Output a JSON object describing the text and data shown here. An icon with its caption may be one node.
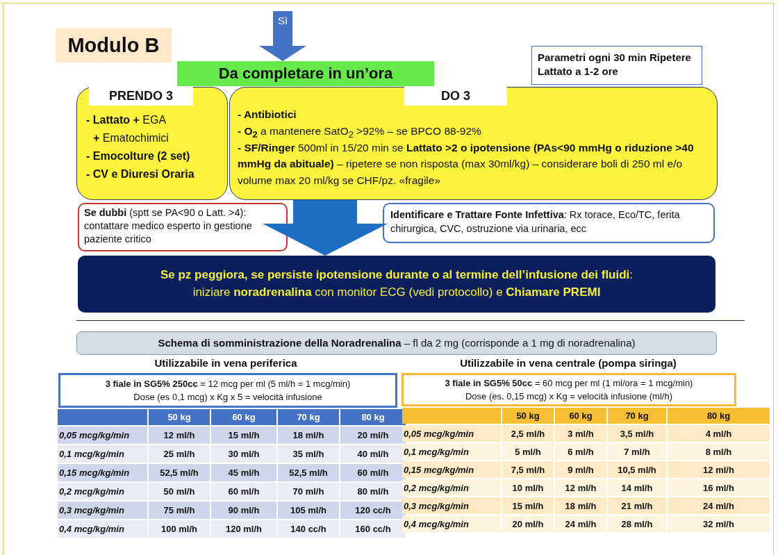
{
  "diagram": {
    "nodes": [
      {
        "text": [
          "Modulo B"
        ]
      },
      {
        "text": [
          "Da completare in un’ora"
        ]
      },
      {
        "text": [
          "PRENDO 3",
          "**- Lattato +** EGA",
          "**+** Ematochimici",
          "**- Emocolture (2 set)**",
          "**- CV e Diuresi Oraria**"
        ]
      },
      {
        "text": [
          "DO 3",
          "**- Antibiotici**",
          "**- O$_{2}$** a mantenere SatO$_{2}$ >92% – se BPCO 88-92%",
          "**- SF/Ringer** 500ml in 15/20 min se **Lattato >2 o ipotensione (PAs<90 mmHg o riduzione >40 mmHg da abituale)** – ripetere se non risposta (max 30ml/kg) – considerare boli di 250 ml e/o volume max 20 ml/kg se CHF/pz. «fragile»"
        ]
      },
      {
        "text": [
          "Parametri ogni 30 min Ripetere Lattato a 1-2 ore"
        ]
      },
      {
        "text": [
          "**Se dubbi** (sptt se PA<90 o Latt. >4): contattare medico esperto in gestione paziente critico"
        ]
      },
      {
        "text": [
          "**Identificare e Trattare Fonte Infettiva**: Rx torace, Eco/TC, ferita chirurgica, CVC, ostruzione via urinaria, ecc"
        ]
      },
      {
        "text": [
          "**Se pz peggiora, se persiste ipotensione durante o al termine dell’infusione dei fluidi**:",
          "iniziare **noradrenalina** con monitor ECG (vedi protocollo) e **Chiamare PREMI**"
        ]
      },
      {
        "text": [
          "**Schema di somministrazione della Noradrenalina** – fl da 2 mg (corrisponde a 1 mg di noradrenalina)"
        ]
      },
      {
        "text": [
          "**3 fiale in SG5% 250cc** = 12 mcg per ml (5 ml/h = 1 mcg/min)",
          "Dose (es 0,1 mcg) x Kg x 5 = velocità infusione"
        ],
        "beside": [
          "Utilizzabile in vena periferica"
        ]
      },
      {
        "text": [
          "**3 fiale in SG5% 50cc** = 60 mcg per ml  (1 ml/ora = 1 mcg/min)",
          "Dose (es. 0,15 mcg) x Kg = velocità infusione (ml/h)"
        ],
        "beside": [
          "Utilizzabile in vena centrale (pompa siringa)"
        ]
      }
    ],
    "edges": [
      {
        "from": null,
        "to": 1,
        "arrow": "to",
        "label": "Sì"
      },
      {
        "from": 3,
        "to": 7,
        "arrow": "to",
        "style": "thick"
      }
    ],
    "labels": [
      "50 kg",
      "60 kg",
      "70 kg",
      "80 kg",
      "0,05 mcg/kg/min",
      "12 ml/h",
      "15 ml/h",
      "18 ml/h",
      "20 ml/h",
      "0,1 mcg/kg/min",
      "25 ml/h",
      "30 ml/h",
      "35 ml/h",
      "40 ml/h",
      "0,15 mcg/kg/min",
      "52,5 ml/h",
      "45 ml/h",
      "52,5 ml/h",
      "60 ml/h",
      "0,2 mcg/kg/min",
      "50 ml/h",
      "60 ml/h",
      "70 ml/h",
      "80 ml/h",
      "0,3 mcg/kg/min",
      "75 ml/h",
      "90 ml/h",
      "105 ml/h",
      "120 cc/h",
      "0,4 mcg/kg/min",
      "100 ml/h",
      "120 ml/h",
      "140 cc/h",
      "160 cc/h",
      "50 kg",
      "60 kg",
      "70 kg",
      "80 kg",
      "0,05 mcg/kg/min",
      "2,5 ml/h",
      "3 ml/h",
      "3,5 ml/h",
      "4 ml/h",
      "0,1 mcg/kg/min",
      "5 ml/h",
      "6 ml/h",
      "7 ml/h",
      "8 ml/h",
      "0,15 mcg/kg/min",
      "7,5 ml/h",
      "9 ml/h",
      "10,5 ml/h",
      "12 ml/h",
      "0,2 mcg/kg/min",
      "10 ml/h",
      "12 ml/h",
      "14 ml/h",
      "16 ml/h",
      "0,3 mcg/kg/min",
      "15 ml/h",
      "18 ml/h",
      "21 ml/h",
      "24 ml/h",
      "0,4 mcg/kg/min",
      "20 ml/h",
      "24 ml/h",
      "28 ml/h",
      "32 ml/h"
    ]
  }
}
